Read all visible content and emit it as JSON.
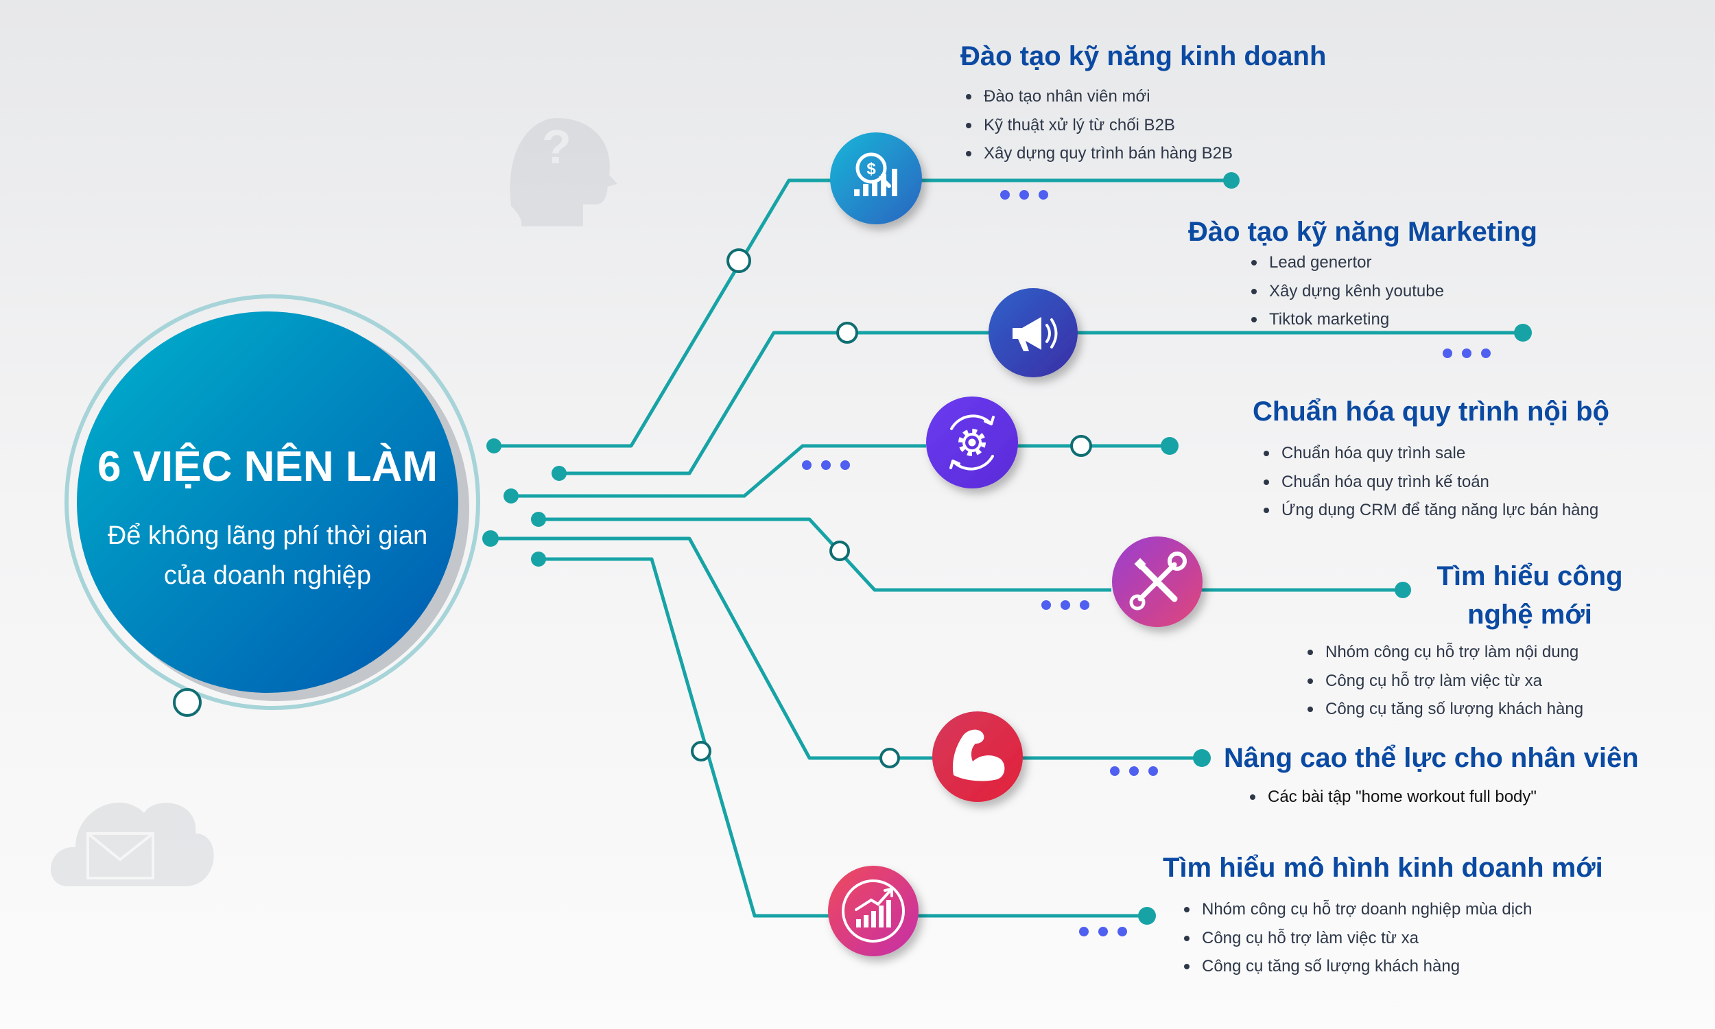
{
  "center": {
    "title": "6 VIỆC NÊN LÀM",
    "subtitle": "Để không lãng phí thời gian của doanh nghiệp"
  },
  "colors": {
    "line": "#17a3a6",
    "heading": "#0b4aa2",
    "dots": "#4f5ff0",
    "center_start": "#00b2cc",
    "center_end": "#0057b0"
  },
  "topics": [
    {
      "icon": "dollar-search-chart-icon",
      "heading": "Đào tạo kỹ năng kinh doanh",
      "bullets": [
        "Đào tạo nhân viên mới",
        "Kỹ thuật xử lý từ chối B2B",
        "Xây dựng quy trình bán hàng B2B"
      ],
      "color_start": "#1ab6d8",
      "color_end": "#2a64c0"
    },
    {
      "icon": "megaphone-icon",
      "heading": "Đào tạo kỹ năng Marketing",
      "bullets": [
        "Lead genertor",
        "Xây dựng kênh youtube",
        "Tiktok marketing"
      ],
      "color_start": "#2f62c9",
      "color_end": "#3a2ea6"
    },
    {
      "icon": "gear-cycle-icon",
      "heading": "Chuẩn hóa quy trình nội bộ",
      "bullets": [
        "Chuẩn hóa quy trình sale",
        "Chuẩn hóa quy trình kế toán",
        "Ứng dụng CRM để tăng năng lực bán hàng"
      ],
      "color_start": "#6a3cf0",
      "color_end": "#5a2ad8"
    },
    {
      "icon": "tools-icon",
      "heading": "Tìm hiểu công nghệ mới",
      "bullets": [
        "Nhóm công cụ hỗ trợ làm nội dung",
        "Công cụ hỗ trợ làm việc từ xa",
        "Công cụ tăng số lượng khách hàng"
      ],
      "color_start": "#9a3fd0",
      "color_end": "#e0457a"
    },
    {
      "icon": "flexed-arm-icon",
      "heading": "Nâng cao thể lực cho nhân viên",
      "bullets": [
        "Các bài tập \"home workout full body\""
      ],
      "color_start": "#d6385a",
      "color_end": "#e2213a"
    },
    {
      "icon": "growth-chart-icon",
      "heading": "Tìm hiểu mô hình kinh doanh mới",
      "bullets": [
        "Nhóm công cụ hỗ trợ doanh nghiệp mùa dịch",
        "Công cụ hỗ trợ làm việc từ xa",
        "Công cụ tăng số lượng khách hàng"
      ],
      "color_start": "#ef4a5c",
      "color_end": "#c52fa8"
    }
  ]
}
